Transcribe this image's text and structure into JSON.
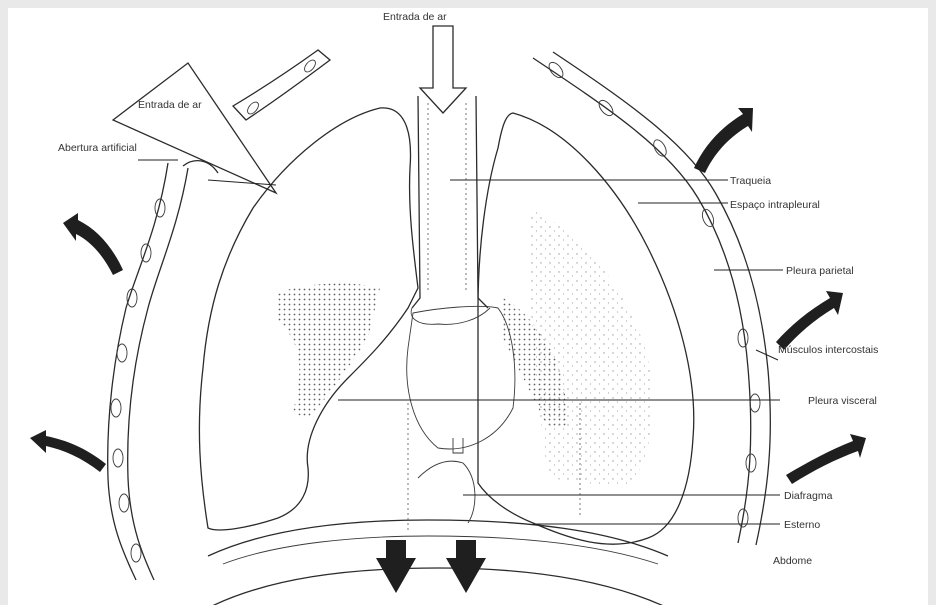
{
  "labels": {
    "air_entry_top": "Entrada de ar",
    "air_entry_side": "Entrada de ar",
    "opening": "Abertura artificial",
    "trachea": "Traqueia",
    "pleural_space": "Espaço intrapleural",
    "pleural_membrane": "Pleura parietal",
    "intercostal_muscles": "Músculos intercostais",
    "visceral_pleura": "Pleura visceral",
    "diaphragm": "Diafragma",
    "sternum": "Esterno",
    "abdomen": "Abdome"
  },
  "colors": {
    "ink": "#2b2b2b",
    "paper": "#ffffff",
    "frame": "#e9e9e9"
  }
}
